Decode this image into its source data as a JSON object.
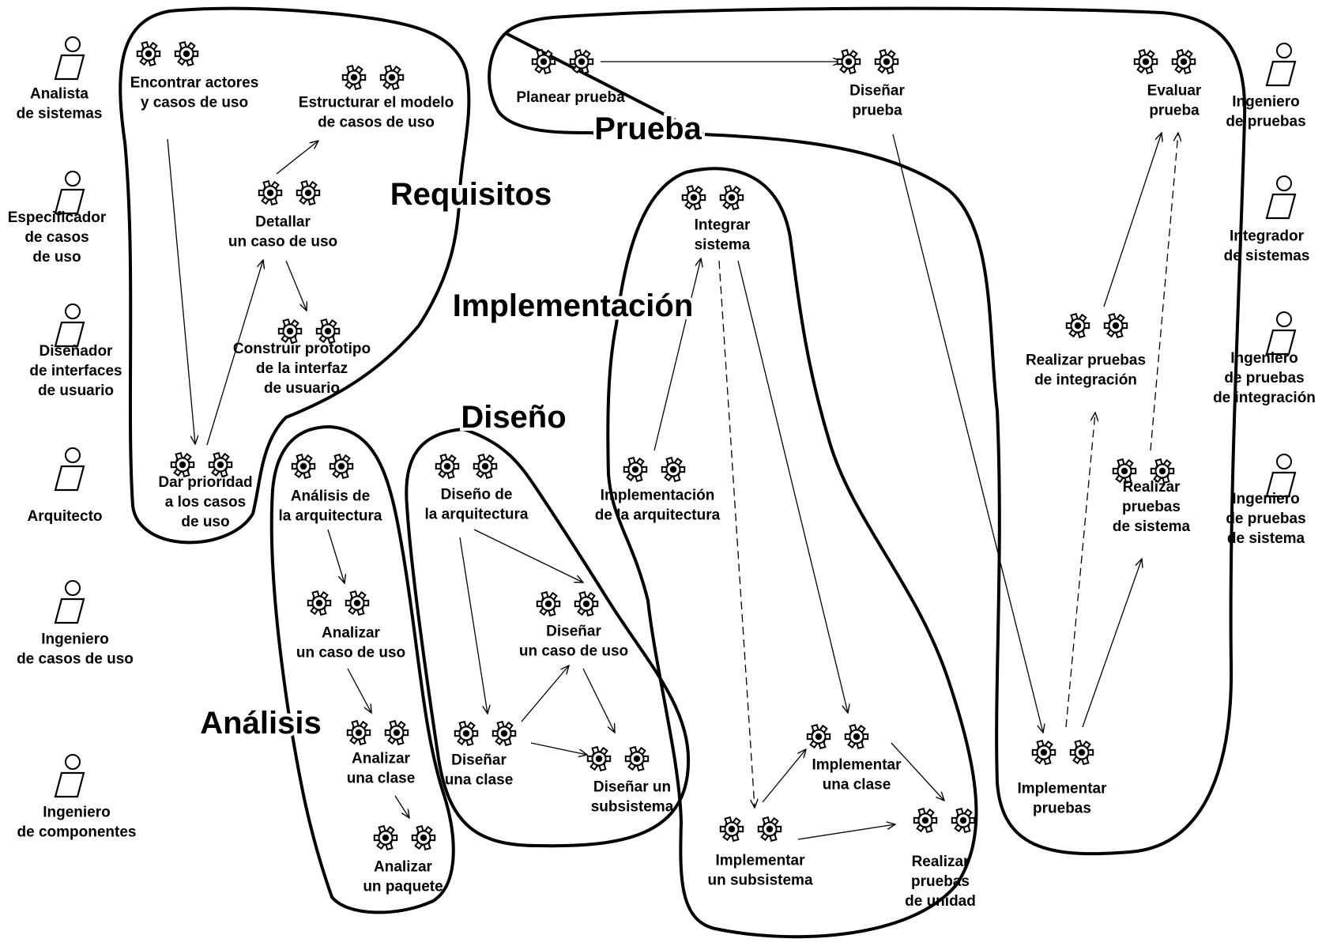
{
  "workers": [
    {
      "id": "analista",
      "lines": [
        "Analista",
        "de sistemas"
      ]
    },
    {
      "id": "especificador",
      "lines": [
        "Especificador",
        "de casos",
        "de uso"
      ]
    },
    {
      "id": "disenador",
      "lines": [
        "Diseñador",
        "de interfaces",
        "de usuario"
      ]
    },
    {
      "id": "arquitecto",
      "lines": [
        "Arquitecto"
      ]
    },
    {
      "id": "ing-casos",
      "lines": [
        "Ingeniero",
        "de casos de uso"
      ]
    },
    {
      "id": "ing-componentes",
      "lines": [
        "Ingeniero",
        "de componentes"
      ]
    },
    {
      "id": "ing-pruebas",
      "lines": [
        "Ingeniero",
        "de pruebas"
      ]
    },
    {
      "id": "integrador",
      "lines": [
        "Integrador",
        "de sistemas"
      ]
    },
    {
      "id": "ing-integracion",
      "lines": [
        "Ingeniero",
        "de pruebas",
        "de integración"
      ]
    },
    {
      "id": "ing-sistema",
      "lines": [
        "Ingeniero",
        "de pruebas",
        "de sistema"
      ]
    }
  ],
  "disciplines": [
    {
      "id": "requisitos",
      "label": "Requisitos"
    },
    {
      "id": "prueba",
      "label": "Prueba"
    },
    {
      "id": "implementacion",
      "label": "Implementación"
    },
    {
      "id": "diseno",
      "label": "Diseño"
    },
    {
      "id": "analisis",
      "label": "Análisis"
    }
  ],
  "activities": [
    {
      "id": "encontrar",
      "lines": [
        "Encontrar actores",
        "y casos de uso"
      ]
    },
    {
      "id": "estructurar",
      "lines": [
        "Estructurar el modelo",
        "de casos de uso"
      ]
    },
    {
      "id": "detallar",
      "lines": [
        "Detallar",
        "un caso de uso"
      ]
    },
    {
      "id": "prototipo",
      "lines": [
        "Construir prototipo",
        "de la interfaz",
        "de usuario"
      ]
    },
    {
      "id": "prioridad",
      "lines": [
        "Dar prioridad",
        "a los casos",
        "de uso"
      ]
    },
    {
      "id": "an-arq",
      "lines": [
        "Análisis de",
        "la arquitectura"
      ]
    },
    {
      "id": "an-caso",
      "lines": [
        "Analizar",
        "un caso de uso"
      ]
    },
    {
      "id": "an-clase",
      "lines": [
        "Analizar",
        "una clase"
      ]
    },
    {
      "id": "an-paquete",
      "lines": [
        "Analizar",
        "un paquete"
      ]
    },
    {
      "id": "di-arq",
      "lines": [
        "Diseño de",
        "la arquitectura"
      ]
    },
    {
      "id": "di-caso",
      "lines": [
        "Diseñar",
        "un caso de uso"
      ]
    },
    {
      "id": "di-clase",
      "lines": [
        "Diseñar",
        "una clase"
      ]
    },
    {
      "id": "di-subsistema",
      "lines": [
        "Diseñar un",
        "subsistema"
      ]
    },
    {
      "id": "im-arq",
      "lines": [
        "Implementación",
        "de la arquitectura"
      ]
    },
    {
      "id": "integrar",
      "lines": [
        "Integrar",
        "sistema"
      ]
    },
    {
      "id": "im-clase",
      "lines": [
        "Implementar",
        "una clase"
      ]
    },
    {
      "id": "im-subsistema",
      "lines": [
        "Implementar",
        "un subsistema"
      ]
    },
    {
      "id": "pruebas-unidad",
      "lines": [
        "Realizar",
        "pruebas",
        "de unidad"
      ]
    },
    {
      "id": "planear",
      "lines": [
        "Planear prueba"
      ]
    },
    {
      "id": "disenar-prueba",
      "lines": [
        "Diseñar",
        "prueba"
      ]
    },
    {
      "id": "evaluar",
      "lines": [
        "Evaluar",
        "prueba"
      ]
    },
    {
      "id": "pr-integracion",
      "lines": [
        "Realizar pruebas",
        "de integración"
      ]
    },
    {
      "id": "pr-sistema",
      "lines": [
        "Realizar",
        "pruebas",
        "de sistema"
      ]
    },
    {
      "id": "im-pruebas",
      "lines": [
        "Implementar",
        "pruebas"
      ]
    }
  ]
}
